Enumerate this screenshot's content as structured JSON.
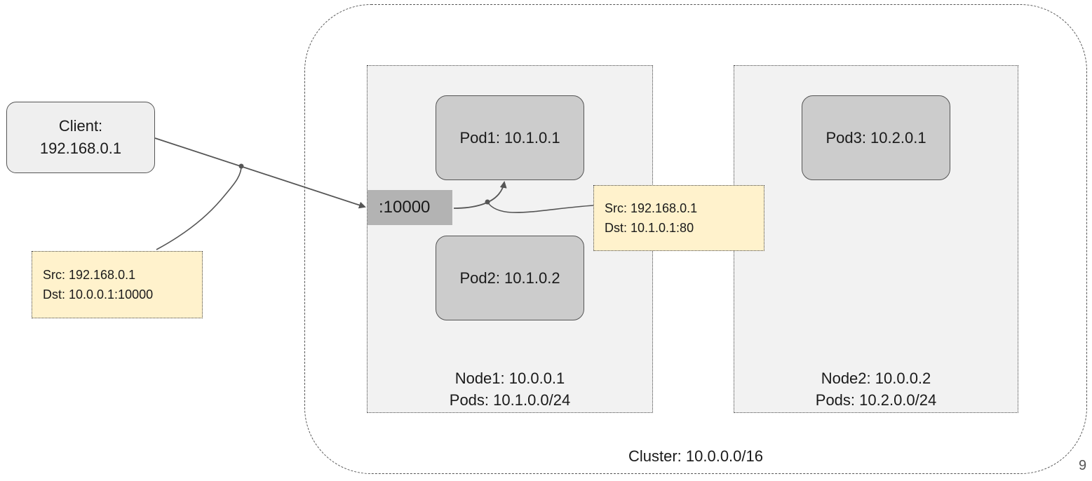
{
  "cluster": {
    "label": "Cluster: 10.0.0.0/16"
  },
  "nodes": [
    {
      "name_line": "Node1: 10.0.0.1",
      "pods_line": "Pods: 10.1.0.0/24"
    },
    {
      "name_line": "Node2: 10.0.0.2",
      "pods_line": "Pods: 10.2.0.0/24"
    }
  ],
  "pods": [
    {
      "label": "Pod1: 10.1.0.1"
    },
    {
      "label": "Pod2: 10.1.0.2"
    },
    {
      "label": "Pod3: 10.2.0.1"
    }
  ],
  "client": {
    "line1": "Client:",
    "line2": "192.168.0.1"
  },
  "port": {
    "label": ":10000"
  },
  "packets": [
    {
      "src": "Src: 192.168.0.1",
      "dst": "Dst: 10.0.0.1:10000"
    },
    {
      "src": "Src: 192.168.0.1",
      "dst": "Dst: 10.1.0.1:80"
    }
  ],
  "page_number": "9",
  "colors": {
    "node_fill": "#f2f2f2",
    "pod_fill": "#cccccc",
    "note_fill": "#fff2cc",
    "port_fill": "#b3b3b3",
    "line": "#555555"
  }
}
